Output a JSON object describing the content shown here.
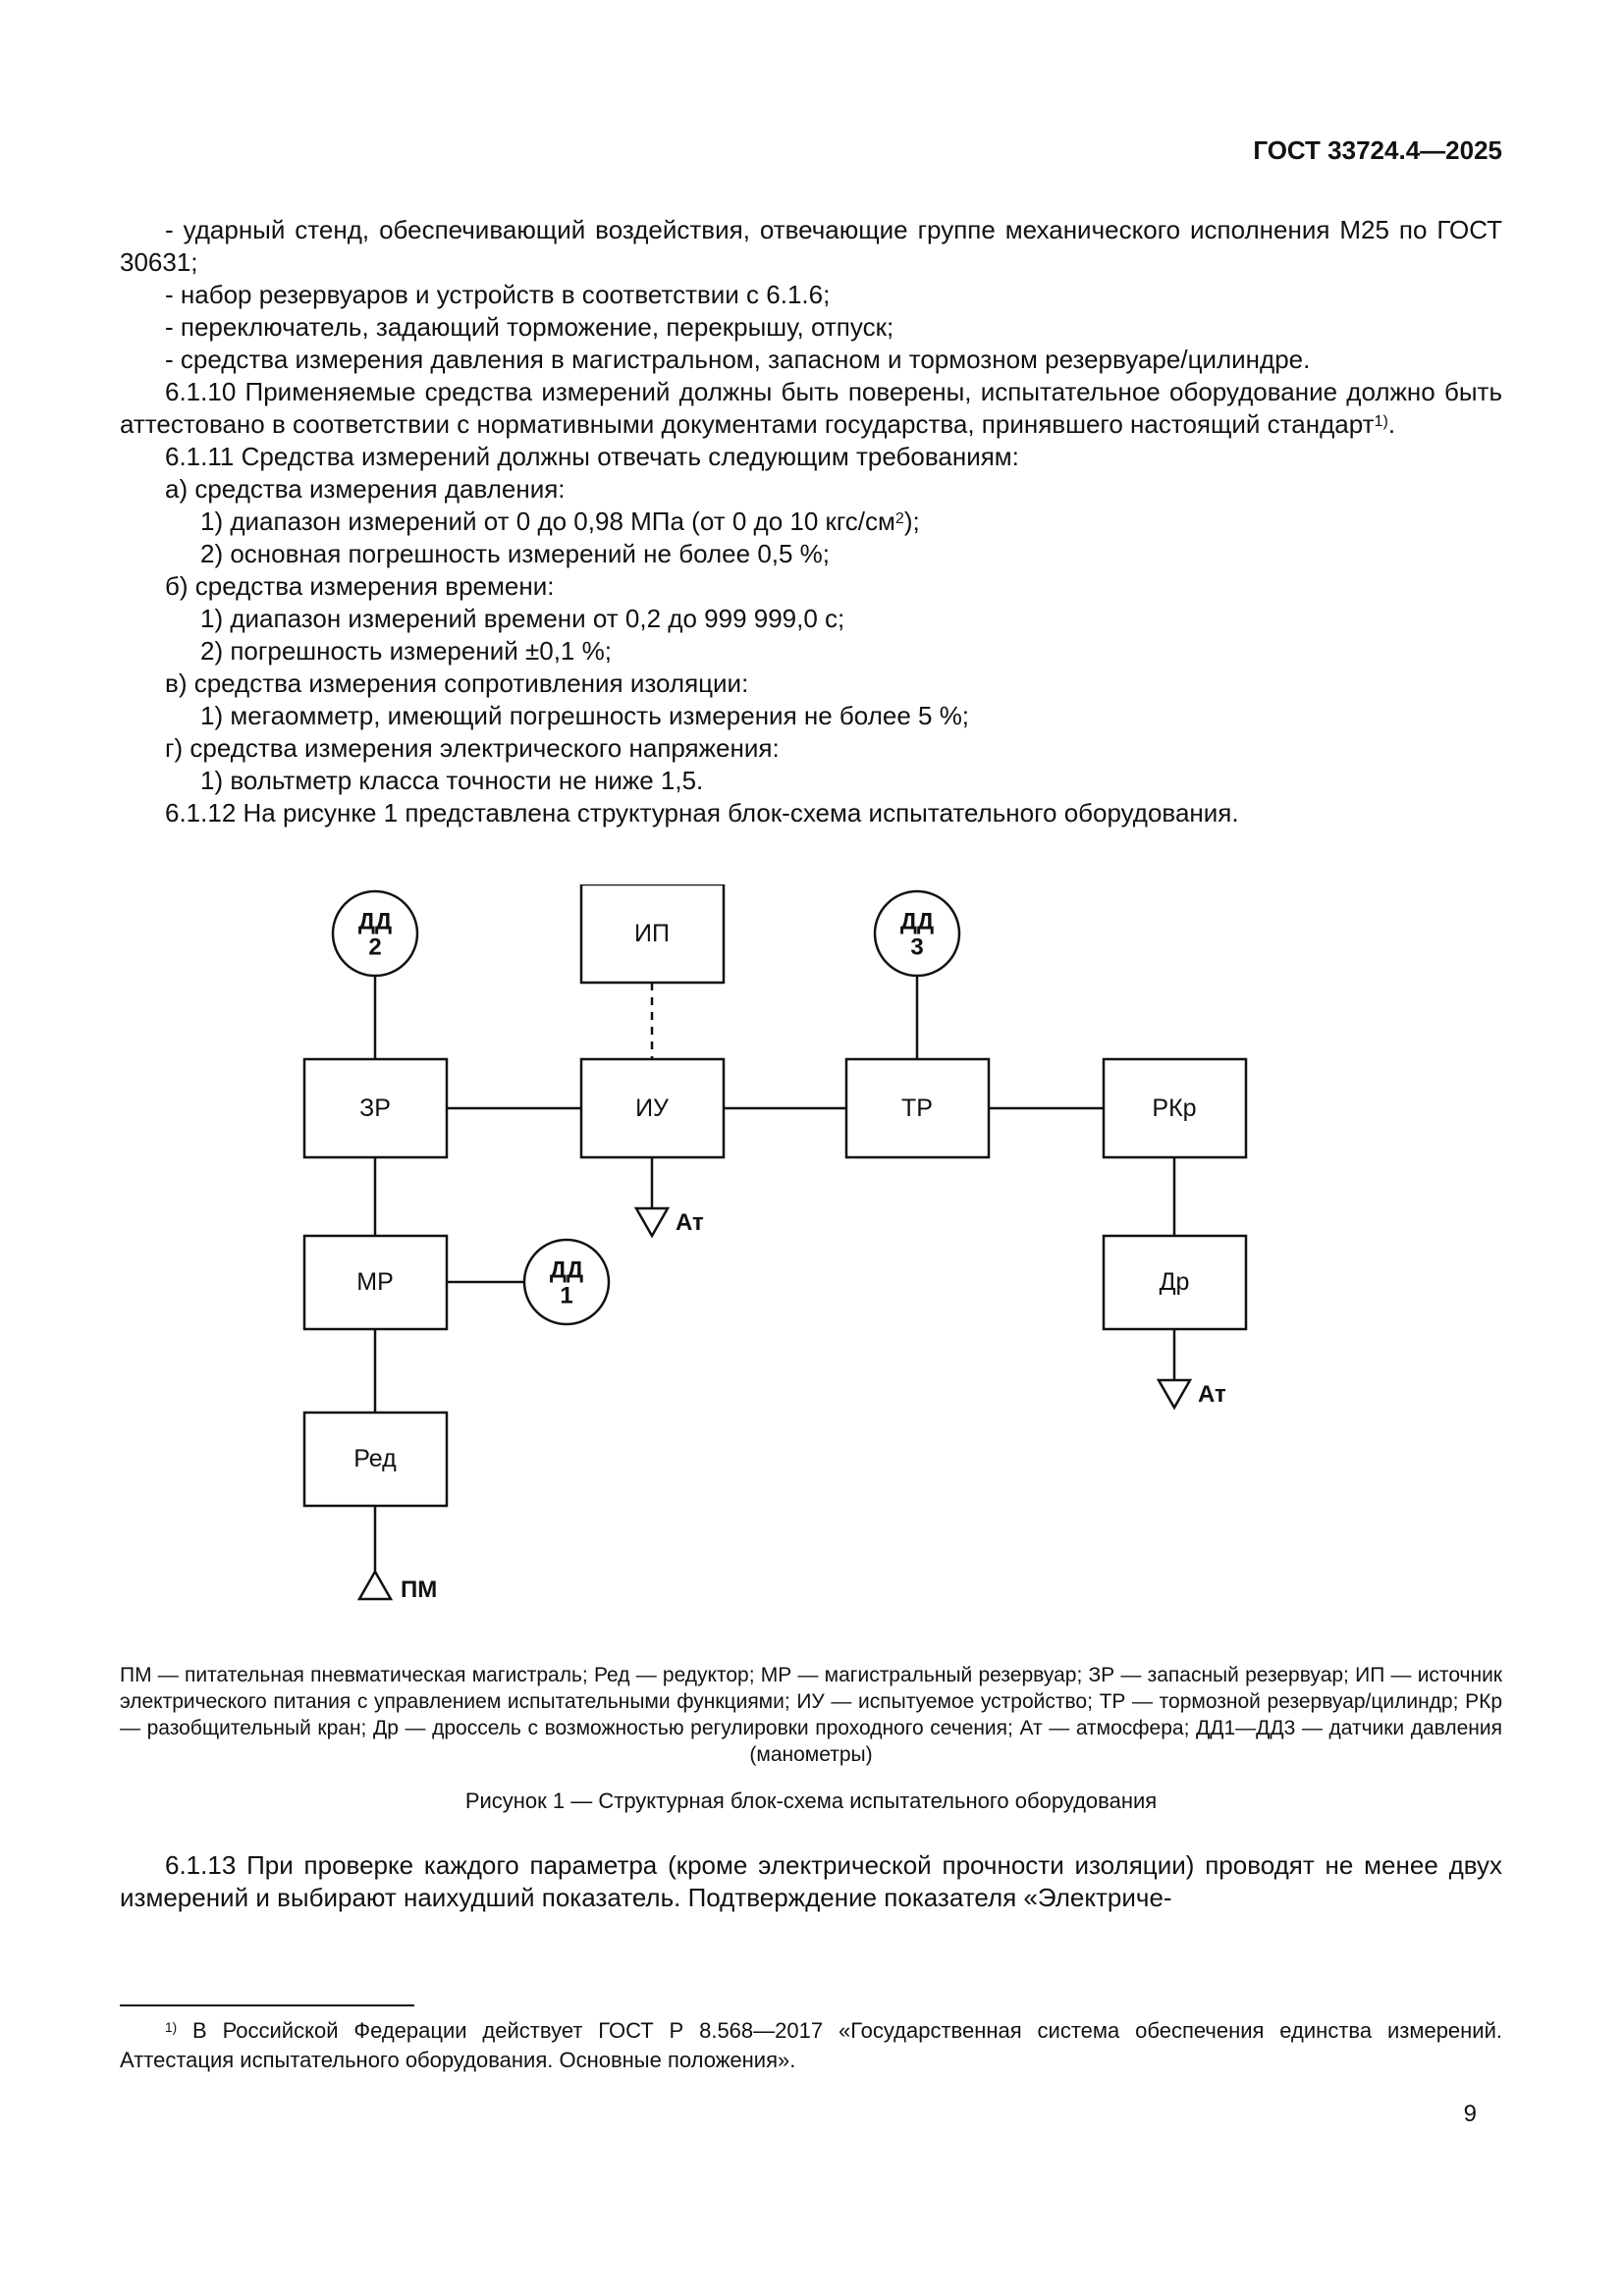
{
  "header": {
    "doc_number": "ГОСТ 33724.4—2025"
  },
  "body": {
    "p1": "- ударный стенд, обеспечивающий воздействия, отвечающие группе механического исполнения М25 по ГОСТ 30631;",
    "p2": "- набор резервуаров и устройств в соответствии с 6.1.6;",
    "p3": "- переключатель, задающий торможение, перекрышу, отпуск;",
    "p4": "- средства измерения давления в магистральном, запасном и тормозном резервуаре/цилиндре.",
    "p5": {
      "before": "6.1.10 Применяемые средства измерений должны быть поверены, испытательное оборудование должно быть аттестовано в соответствии с нормативными документами государства, принявшего настоящий стандарт",
      "sup": "1)",
      "after": "."
    },
    "p6": "6.1.11 Средства измерений должны отвечать следующим требованиям:",
    "p7": "а) средства измерения давления:",
    "p8": {
      "before": "1) диапазон измерений от 0 до 0,98 МПа (от 0 до 10 кгс/см",
      "sup": "2",
      "after": ");"
    },
    "p9": "2) основная погрешность измерений не более 0,5 %;",
    "p10": "б) средства измерения времени:",
    "p11": "1) диапазон измерений времени от 0,2 до 999 999,0 с;",
    "p12": "2) погрешность измерений ±0,1 %;",
    "p13": "в) средства измерения сопротивления изоляции:",
    "p14": "1) мегаомметр, имеющий погрешность измерения не более 5 %;",
    "p15": "г) средства измерения электрического напряжения:",
    "p16": "1) вольтметр класса точности не ниже 1,5.",
    "p17": "6.1.12 На рисунке 1 представлена структурная блок-схема испытательного оборудования.",
    "p18": "6.1.13 При проверке каждого параметра (кроме электрической прочности изоляции) проводят не менее двух измерений и выбирают наихудший показатель. Подтверждение показателя «Электриче-"
  },
  "diagram": {
    "dd2_line1": "ДД",
    "dd2_line2": "2",
    "dd3_line1": "ДД",
    "dd3_line2": "3",
    "dd1_line1": "ДД",
    "dd1_line2": "1",
    "ip": "ИП",
    "zr": "ЗР",
    "iu": "ИУ",
    "tr": "ТР",
    "rkr": "РКр",
    "mr": "МР",
    "dr": "Др",
    "red": "Ред",
    "at1": "Ат",
    "at2": "Ат",
    "pm": "ПМ"
  },
  "figure": {
    "legend": "ПМ — питательная пневматическая магистраль; Ред — редуктор; МР — магистральный резервуар; ЗР — запасный резервуар; ИП — источник электрического питания с управлением испытательными функциями; ИУ — испытуемое устройство; ТР — тормозной резервуар/цилиндр; РКр — разобщительный кран; Др — дроссель с возможностью регулировки проходного сечения; Ат — атмосфера; ДД1—ДД3 — датчики давления (манометры)",
    "caption": "Рисунок 1 — Структурная блок-схема испытательного оборудования"
  },
  "footnote": {
    "sup": "1)",
    "text": "В Российской Федерации действует ГОСТ Р 8.568—2017 «Государственная система обеспечения единства измерений. Аттестация испытательного оборудования. Основные положения»."
  },
  "footer": {
    "page_number": "9"
  }
}
